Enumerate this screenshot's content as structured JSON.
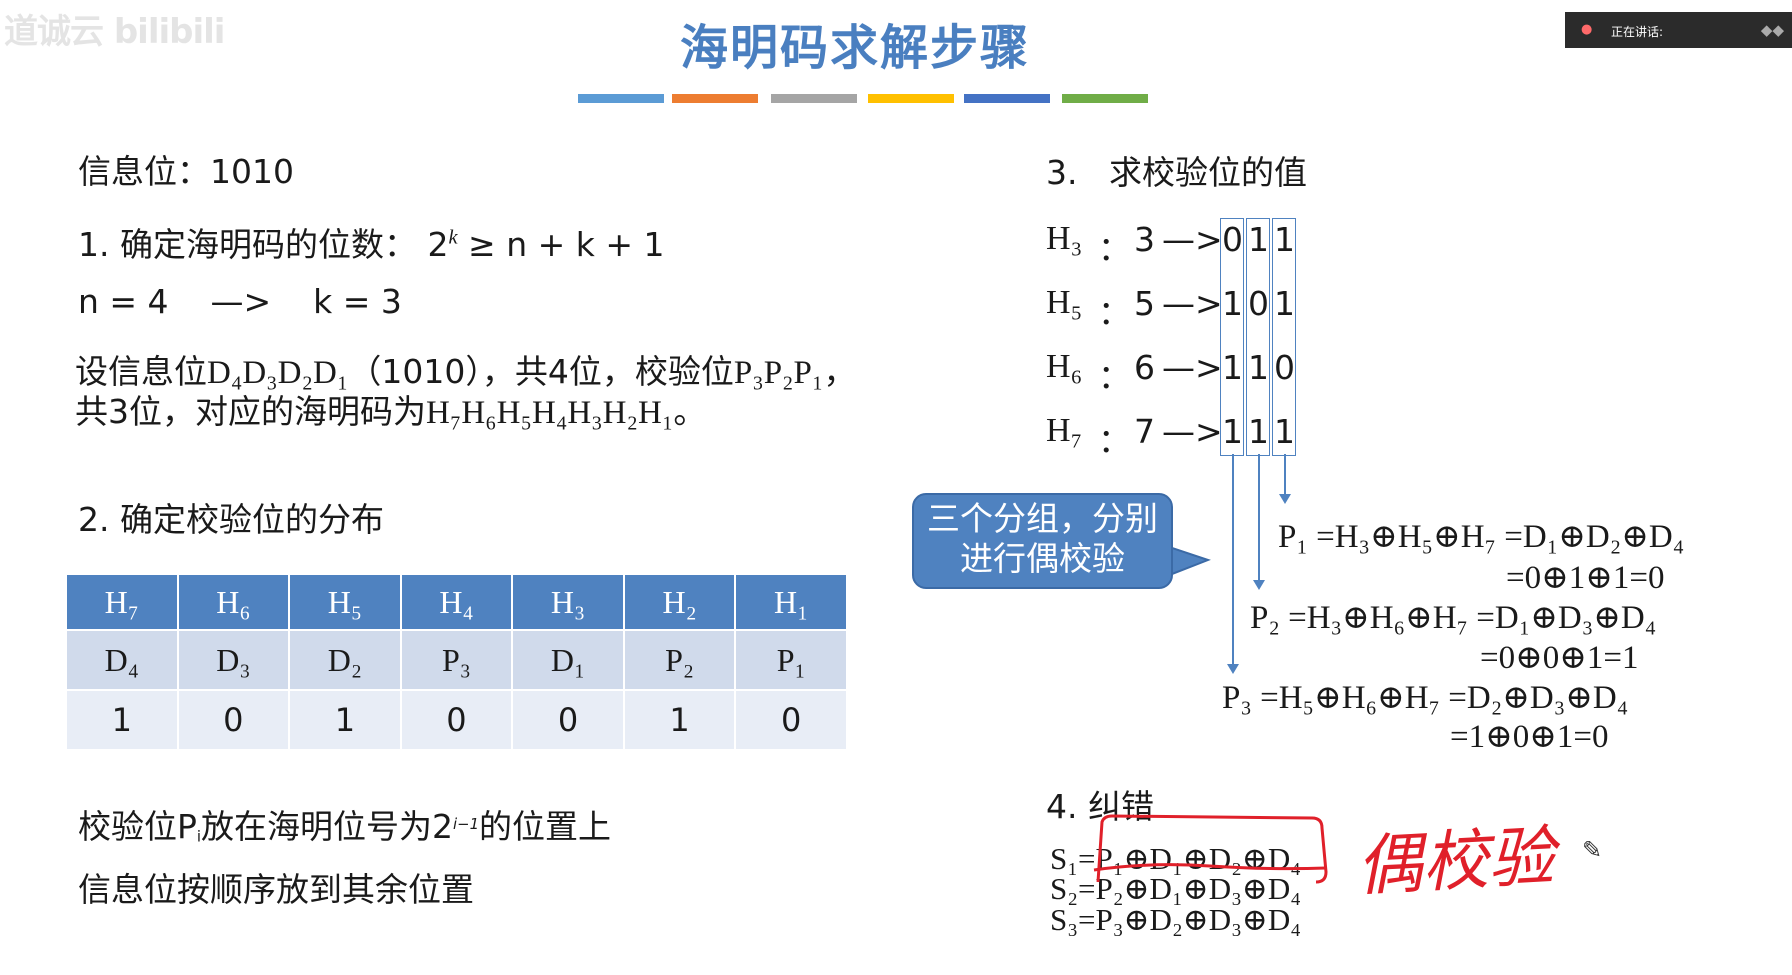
{
  "overlay": {
    "watermark": "道诚云 bilibili",
    "speaking_label": "正在讲话:"
  },
  "title": "海明码求解步骤",
  "title_bar_colors": [
    "#5b9bd5",
    "#ed7d31",
    "#a5a5a5",
    "#ffc000",
    "#4472c4",
    "#70ad47"
  ],
  "left": {
    "info_label": "信息位：",
    "info_value": "1010",
    "step1_label": "1.   确定海明码的位数：",
    "step1_formula_base": "2",
    "step1_formula_exp": "k",
    "step1_formula_rest": " ≥ n + k + 1",
    "nk_line": "n = 4    —>    k = 3",
    "desc_line1_a": "设信息位",
    "desc_data_bits": "D₄D₃D₂D₁",
    "desc_line1_b": "（1010），共4位，校验位",
    "desc_check_bits": "P₃P₂P₁",
    "desc_line1_c": "，",
    "desc_line2_a": "共3位，对应的海明码为",
    "desc_hamming": "H₇H₆H₅H₄H₃H₂H₁",
    "desc_line2_b": "。",
    "step2_label": "2.  确定校验位的分布",
    "table": {
      "header": [
        "H₇",
        "H₆",
        "H₅",
        "H₄",
        "H₃",
        "H₂",
        "H₁"
      ],
      "roles": [
        "D₄",
        "D₃",
        "D₂",
        "P₃",
        "D₁",
        "P₂",
        "P₁"
      ],
      "values": [
        "1",
        "0",
        "1",
        "0",
        "0",
        "1",
        "0"
      ]
    },
    "rule1_a": "校验位P",
    "rule1_sub": "i",
    "rule1_b": "放在海明位号为2",
    "rule1_sup": "i−1",
    "rule1_c": "的位置上",
    "rule2": "信息位按顺序放到其余位置"
  },
  "right": {
    "step3_label": "3.   求校验位的值",
    "h_rows": [
      {
        "label": "H₃",
        "num": "3",
        "bits": [
          "0",
          "1",
          "1"
        ]
      },
      {
        "label": "H₅",
        "num": "5",
        "bits": [
          "1",
          "0",
          "1"
        ]
      },
      {
        "label": "H₆",
        "num": "6",
        "bits": [
          "1",
          "1",
          "0"
        ]
      },
      {
        "label": "H₇",
        "num": "7",
        "bits": [
          "1",
          "1",
          "1"
        ]
      }
    ],
    "colon": "：",
    "arrow": "—>",
    "bubble": "三个分组，分别进行偶校验",
    "p1_eq": "P₁ =H₃⊕H₅⊕H₇ =D₁⊕D₂⊕D₄",
    "p1_val": "=0⊕1⊕1=0",
    "p2_eq": "P₂ =H₃⊕H₆⊕H₇ =D₁⊕D₃⊕D₄",
    "p2_val": "=0⊕0⊕1=1",
    "p3_eq": "P₃ =H₅⊕H₆⊕H₇ =D₂⊕D₃⊕D₄",
    "p3_val": "=1⊕0⊕1=0",
    "step4_label": "4.  纠错",
    "s1": "S₁=P₁⊕D₁⊕D₂⊕D₄",
    "s2": "S₂=P₂⊕D₁⊕D₃⊕D₄",
    "s3": "S₃=P₃⊕D₂⊕D₃⊕D₄",
    "handwritten": "偶校验"
  }
}
